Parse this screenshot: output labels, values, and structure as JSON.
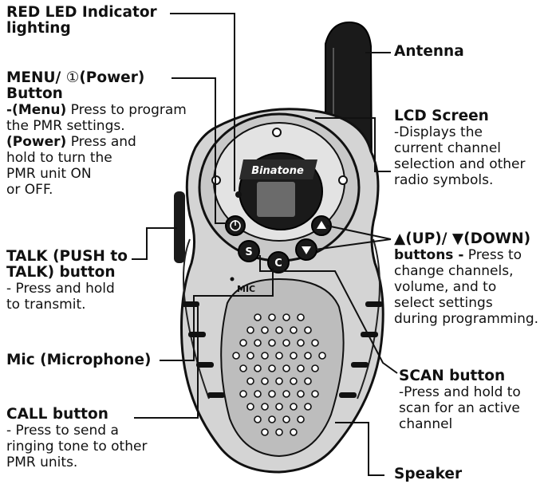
{
  "device": {
    "brand": "Binatone",
    "mic_label": "MIC",
    "btn_call": "C",
    "btn_scan": "S"
  },
  "labels": {
    "red_led": {
      "title_1": "RED LED Indicator",
      "title_2": "lighting"
    },
    "menu": {
      "title_1": "MENU/ ",
      "power_symbol": "①",
      "title_1b": "(Power)",
      "title_2": "Button",
      "menu_key": "-(Menu)",
      "menu_desc_1": " Press to program",
      "menu_desc_2": "the PMR settings.",
      "power_key": "(Power)",
      "power_desc_1": " Press and",
      "power_desc_2": "hold to turn the",
      "power_desc_3": "PMR unit ON",
      "power_desc_4": "or OFF."
    },
    "talk": {
      "title_1": "TALK (PUSH to",
      "title_2": "TALK) button",
      "desc_1": "- Press and hold",
      "desc_2": "to transmit."
    },
    "mic": {
      "title": "Mic (Microphone)"
    },
    "call": {
      "title": "CALL button",
      "desc_1": "- Press to send a",
      "desc_2": "ringing tone to other",
      "desc_3": "PMR units."
    },
    "antenna": {
      "title": "Antenna"
    },
    "lcd": {
      "title": "LCD Screen",
      "desc_1": "-Displays the",
      "desc_2": "current channel",
      "desc_3": "selection and other",
      "desc_4": "radio symbols."
    },
    "updown": {
      "title": "▲(UP)/ ▼(DOWN)",
      "title_2": "buttons -",
      "desc_1": " Press to",
      "desc_2": "change channels,",
      "desc_3": "volume, and to",
      "desc_4": "select settings",
      "desc_5": "during programming."
    },
    "scan": {
      "title": "SCAN button",
      "desc_1": " -Press and hold to",
      "desc_2": "scan for an active",
      "desc_3": "channel"
    },
    "speaker": {
      "title": "Speaker"
    }
  }
}
